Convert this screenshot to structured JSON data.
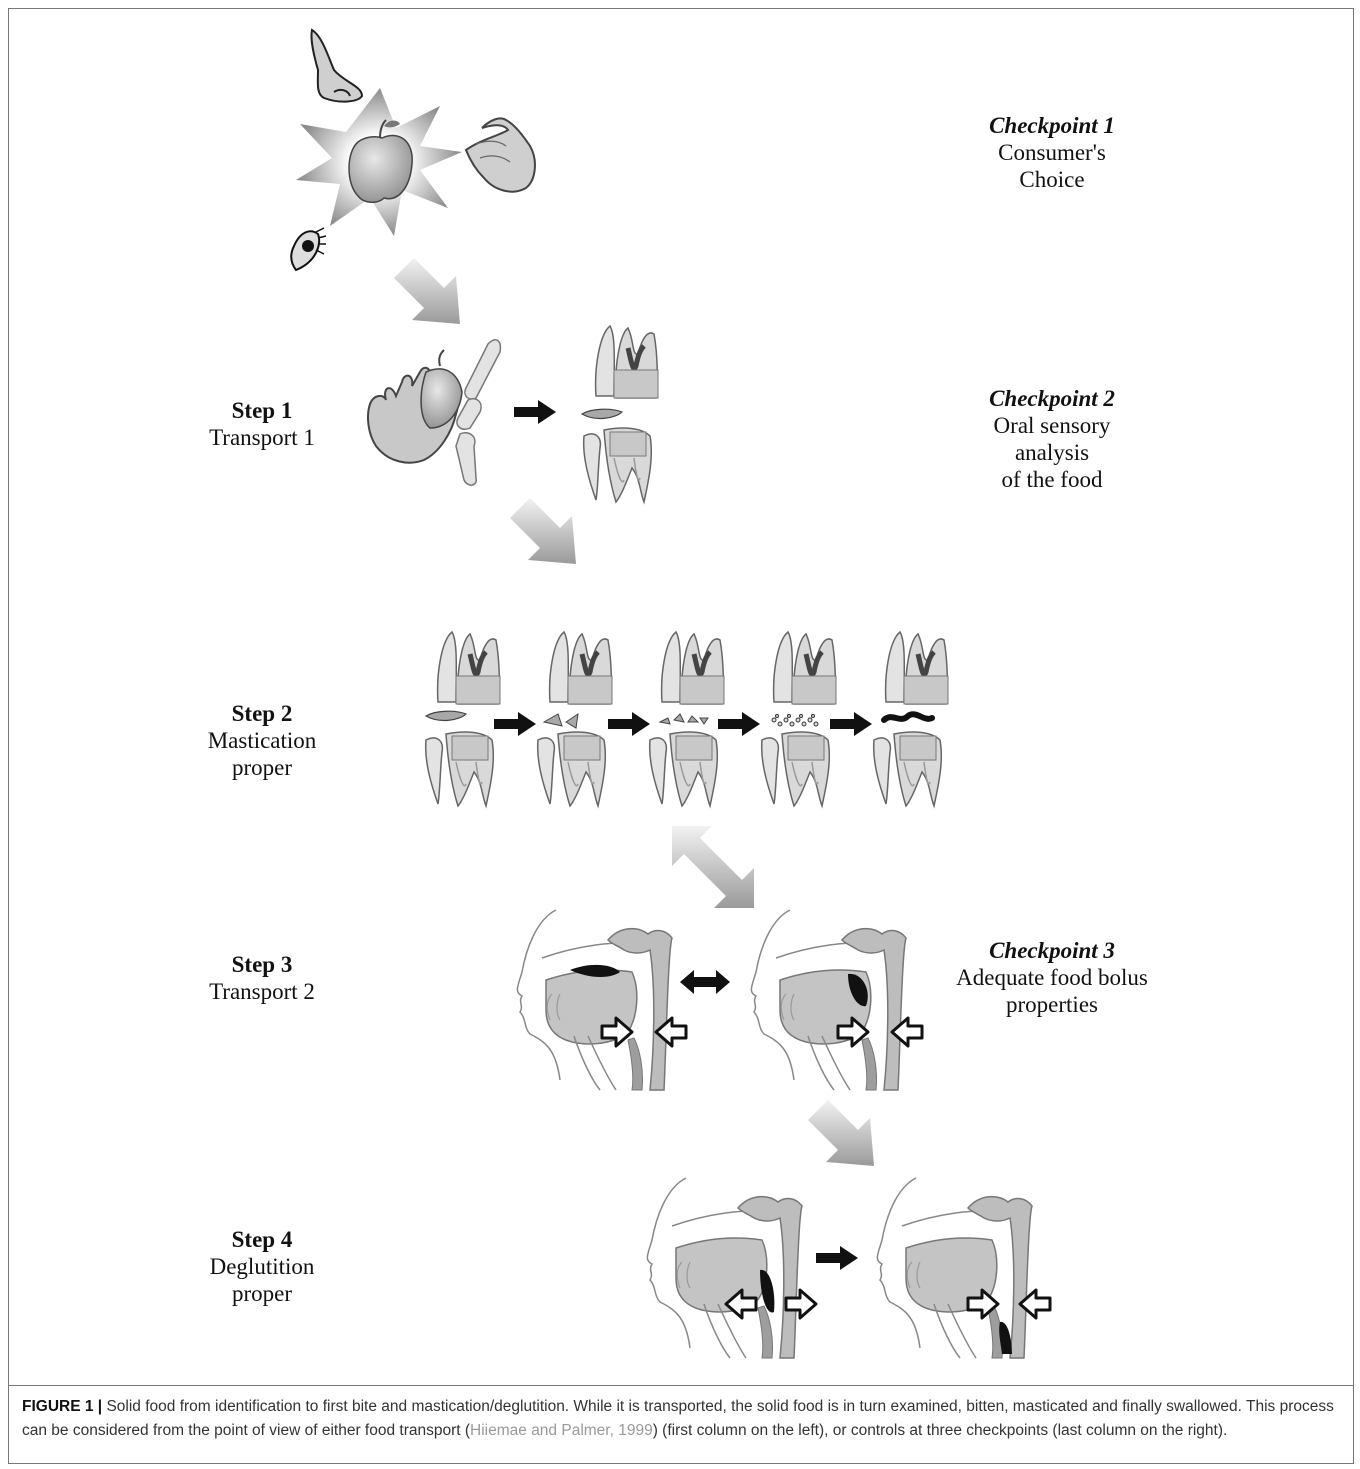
{
  "labels": {
    "cp1": {
      "title": "Checkpoint 1",
      "lines": [
        "Consumer's",
        "Choice"
      ]
    },
    "cp2": {
      "title": "Checkpoint 2",
      "lines": [
        "Oral sensory",
        "analysis",
        "of the food"
      ]
    },
    "cp3": {
      "title": "Checkpoint 3",
      "lines": [
        "Adequate food bolus",
        "properties"
      ]
    },
    "s1": {
      "title": "Step 1",
      "lines": [
        "Transport 1"
      ]
    },
    "s2": {
      "title": "Step 2",
      "lines": [
        "Mastication",
        "proper"
      ]
    },
    "s3": {
      "title": "Step 3",
      "lines": [
        "Transport 2"
      ]
    },
    "s4": {
      "title": "Step 4",
      "lines": [
        "Deglutition",
        "proper"
      ]
    }
  },
  "caption": {
    "label": "FIGURE 1 |",
    "text_before": " Solid food from identification to first bite and mastication/deglutition. While it is transported, the solid food is in turn examined, bitten, masticated and finally swallowed. This process can be considered from the point of view of either food transport (",
    "citation": "Hiiemae and Palmer, 1999",
    "text_after": ") (first column on the left), or controls at three checkpoints (last column on the right)."
  }
}
